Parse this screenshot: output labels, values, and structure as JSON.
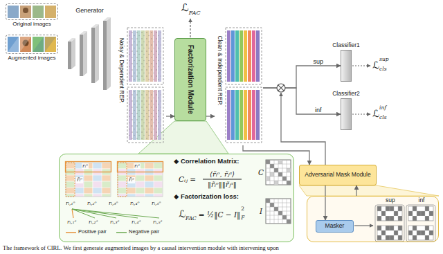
{
  "diagram": {
    "caption": "The framework of CIRL. We first generate augmented images by a causal intervention module with intervening upon",
    "nodes": [
      {
        "text": [
          "Original images"
        ]
      },
      {
        "text": [
          "Augmented images"
        ]
      },
      {
        "text": [
          "Generator"
        ]
      },
      {
        "text": [
          "Noisy & Dependent REP."
        ]
      },
      {
        "text": [
          "Factorization Module"
        ]
      },
      {
        "text": [
          "Clean & Independent REP."
        ]
      },
      {
        "text": [
          "Classifier1"
        ]
      },
      {
        "text": [
          "Classifier2"
        ]
      },
      {
        "text": [
          "Adversarial Mask Module"
        ]
      },
      {
        "text": [
          "◆ Correlation Matrix:",
          "◆ Factorization loss:"
        ]
      },
      {
        "text": [
          "sup",
          "inf"
        ]
      },
      {
        "text": [
          "Masker"
        ],
        "in": 10
      }
    ],
    "edges": [
      {
        "from": 3,
        "to": 4,
        "arrow": "to"
      },
      {
        "from": 4,
        "to": 5,
        "arrow": "to"
      },
      {
        "from": 5,
        "to": 8,
        "arrow": "to"
      },
      {
        "from": 5,
        "to": 6,
        "arrow": "to",
        "label": "sup"
      },
      {
        "from": 5,
        "to": 7,
        "arrow": "to",
        "label": "inf"
      },
      {
        "from": 8,
        "to": 11,
        "arrow": "to"
      },
      {
        "from": 10,
        "to": 8,
        "arrow": "to"
      }
    ],
    "labels": [
      "ℒ",
      "FAC",
      "ℒ",
      "cls",
      "sup",
      "ℒ",
      "cls",
      "inf",
      "rᵢᵒ",
      "r̃ᵢᵒ",
      "rᵢᵃ",
      "r̃ᵢᵃ",
      "rᵢ,₁ᵒ",
      "rᵢ,₂ᵒ",
      "rᵢ,₃ᵒ",
      "rᵢ,₄ᵒ",
      "rᵢ,₅ᵒ",
      "rᵢ,₁ᵃ",
      "rᵢ,₂ᵃ",
      "rᵢ,₃ᵃ",
      "rᵢ,₄ᵃ",
      "rᵢ,₅ᵃ",
      "Cᵢⱼ =",
      "⟨r̃ᵢᵒ, r̃ⱼᵃ⟩",
      "‖r̃ᵢᵒ‖‖r̃ⱼᵃ‖",
      "ℒ",
      "FAC",
      "= ½‖C − I‖",
      "2",
      "F",
      "C",
      "I"
    ],
    "legend": [
      {
        "text": "Positive pair"
      },
      {
        "text": "Negative pair"
      }
    ]
  }
}
